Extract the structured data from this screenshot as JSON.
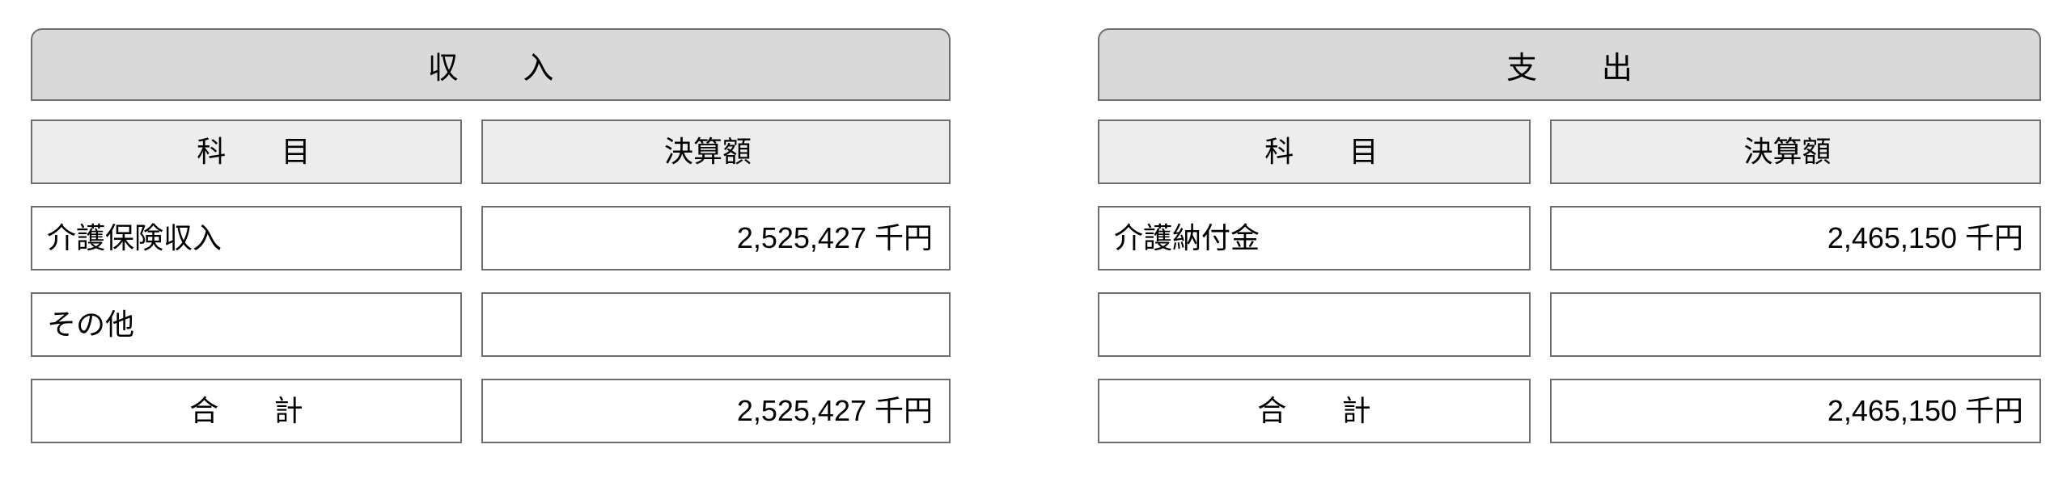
{
  "page": {
    "background": "#ffffff",
    "border_color": "#6e6e6e",
    "title_bg": "#d9d9d9",
    "header_bg": "#ededed"
  },
  "tables": [
    {
      "id": "income",
      "title": "収　入",
      "columns": {
        "name": "科　目",
        "value": "決算額"
      },
      "rows": [
        {
          "name": "介護保険収入",
          "value": "2,525,427 千円"
        },
        {
          "name": "その他",
          "value": ""
        },
        {
          "name": "",
          "value": ""
        }
      ],
      "total": {
        "name": "合　計",
        "value": "2,525,427 千円"
      }
    },
    {
      "id": "expense",
      "title": "支　出",
      "columns": {
        "name": "科　目",
        "value": "決算額"
      },
      "rows": [
        {
          "name": "介護納付金",
          "value": "2,465,150 千円"
        },
        {
          "name": "",
          "value": ""
        },
        {
          "name": "",
          "value": ""
        }
      ],
      "total": {
        "name": "合　計",
        "value": "2,465,150 千円"
      }
    }
  ]
}
